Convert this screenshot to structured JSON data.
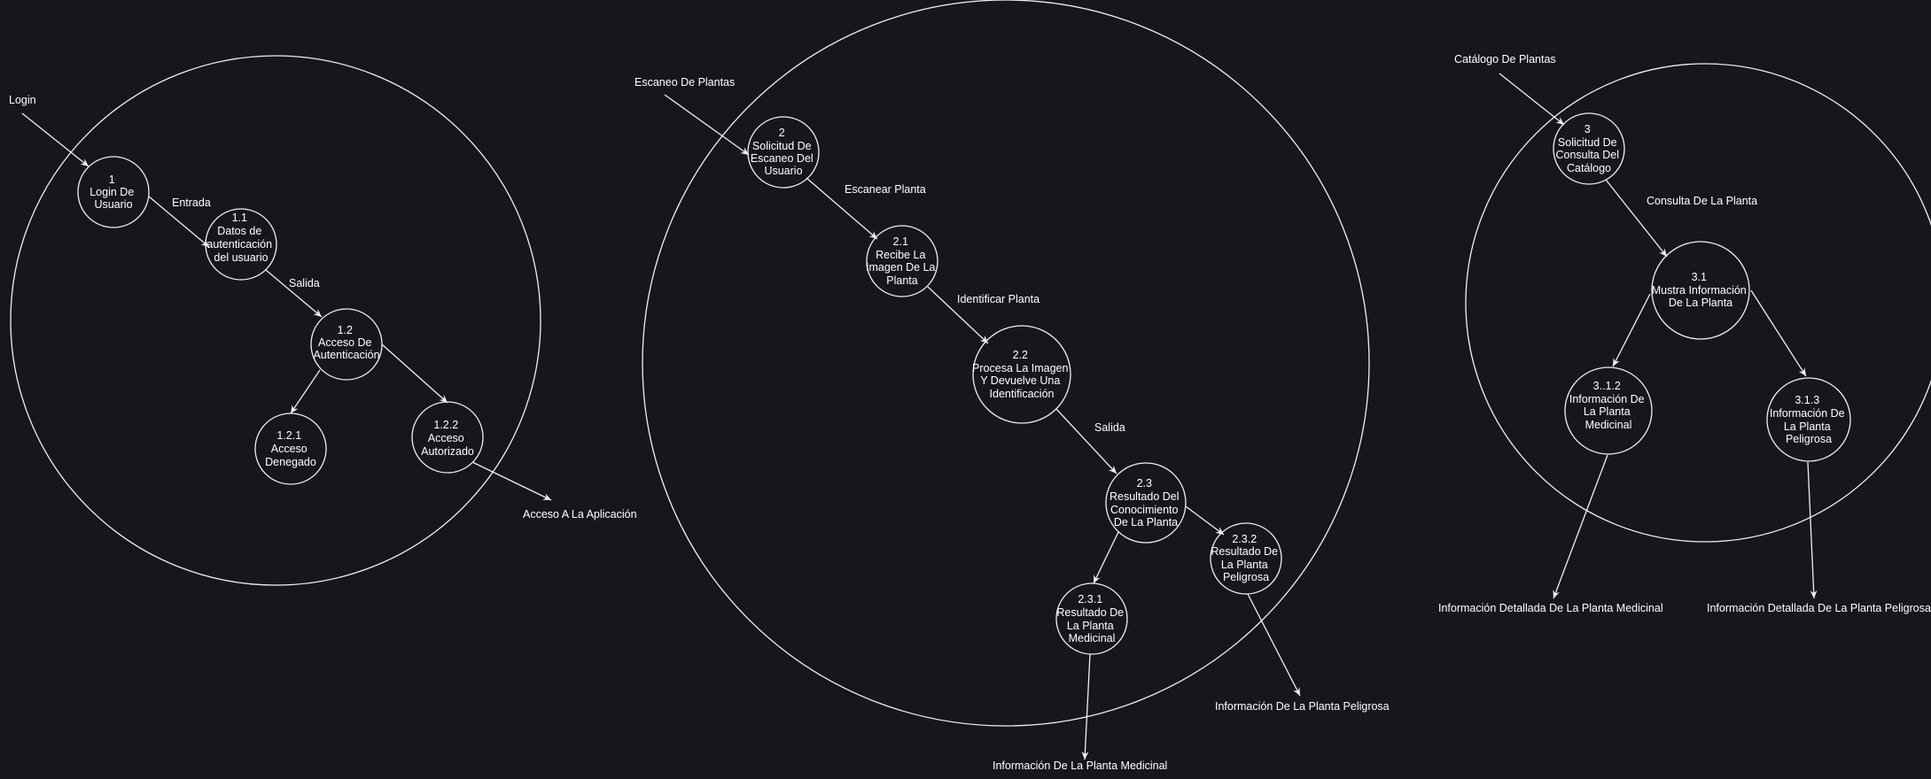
{
  "colors": {
    "background": "#18161c",
    "stroke": "#f0f0f0",
    "text": "#ffffff"
  },
  "diagram": {
    "auth": {
      "input_label": "Login",
      "n1": [
        "1",
        "Login De",
        "Usuario"
      ],
      "n1_1": [
        "1.1",
        "Datos de",
        "autenticación",
        "del usuario"
      ],
      "n1_2": [
        "1.2",
        "Acceso De",
        "Autenticación"
      ],
      "n1_2_1": [
        "1.2.1",
        "Acceso",
        "Denegado"
      ],
      "n1_2_2": [
        "1.2.2",
        "Acceso",
        "Autorizado"
      ],
      "edge_entrada": "Entrada",
      "edge_salida": "Salida",
      "output_label": "Acceso A La Aplicación"
    },
    "scan": {
      "input_label": "Escaneo De Plantas",
      "n2": [
        "2",
        "Solicitud  De",
        "Escaneo  Del",
        "Usuario"
      ],
      "n2_1": [
        "2.1",
        "Recibe La",
        "Imagen De La",
        "Planta"
      ],
      "n2_2": [
        "2.2",
        "Procesa La Imagen",
        "Y Devuelve Una",
        "Identificación"
      ],
      "n2_3": [
        "2.3",
        "Resultado Del",
        "Conocimiento",
        "De La Planta"
      ],
      "n2_3_1": [
        "2.3.1",
        "Resultado De",
        "La Planta",
        "Medicinal"
      ],
      "n2_3_2": [
        "2.3.2",
        "Resultado De",
        "La Planta",
        "Peligrosa"
      ],
      "edge_escanear": "Escanear Planta",
      "edge_identificar": "Identificar Planta",
      "edge_salida": "Salida",
      "output_medicinal": "Información De La Planta Medicinal",
      "output_peligrosa": "Información De La Planta Peligrosa"
    },
    "catalog": {
      "input_label": "Catálogo De Plantas",
      "n3": [
        "3",
        "Solicitud De",
        "Consulta Del",
        "Catálogo"
      ],
      "n3_1": [
        "3.1",
        "Mustra Información",
        "De La Planta"
      ],
      "n3_1_2": [
        "3..1.2",
        "Información De",
        "La Planta",
        "Medicinal"
      ],
      "n3_1_3": [
        "3.1.3",
        "Información De",
        "La Planta",
        "Peligrosa"
      ],
      "edge_consulta": "Consulta De La Planta",
      "output_medicinal": "Información Detallada De La Planta Medicinal",
      "output_peligrosa": "Información Detallada De La Planta Peligrosa"
    }
  }
}
